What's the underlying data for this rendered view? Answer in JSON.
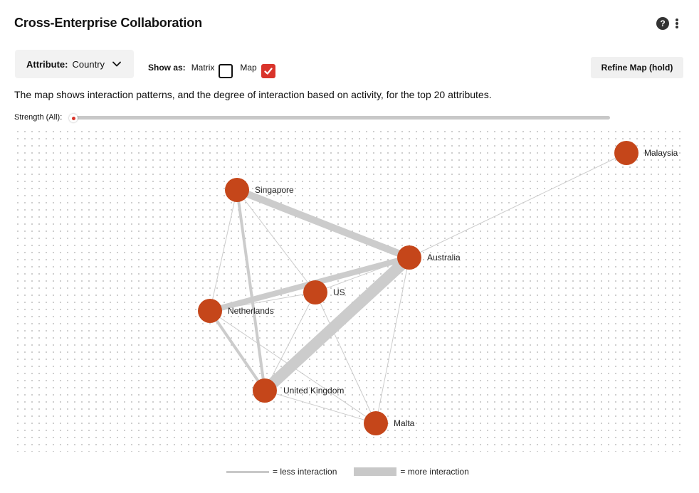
{
  "header": {
    "title": "Cross-Enterprise Collaboration",
    "help_glyph": "?"
  },
  "controls": {
    "attribute_label": "Attribute:",
    "attribute_value": "Country",
    "show_as_label": "Show as:",
    "option_matrix": "Matrix",
    "option_map": "Map",
    "matrix_checked": false,
    "map_checked": true,
    "refine_button": "Refine Map (hold)"
  },
  "description": "The map shows interaction patterns, and the degree of interaction based on activity, for the top 20 attributes.",
  "strength": {
    "label": "Strength (All):",
    "value": 0
  },
  "network": {
    "nodes": [
      "Malaysia",
      "Singapore",
      "Australia",
      "US",
      "Netherlands",
      "United Kingdom",
      "Malta"
    ],
    "edges": [
      {
        "source": "Singapore",
        "target": "Australia",
        "strength": 5
      },
      {
        "source": "Singapore",
        "target": "US",
        "strength": 1
      },
      {
        "source": "Singapore",
        "target": "Netherlands",
        "strength": 1
      },
      {
        "source": "Singapore",
        "target": "United Kingdom",
        "strength": 2
      },
      {
        "source": "Australia",
        "target": "Malaysia",
        "strength": 1
      },
      {
        "source": "Australia",
        "target": "Netherlands",
        "strength": 4
      },
      {
        "source": "Australia",
        "target": "United Kingdom",
        "strength": 8
      },
      {
        "source": "Australia",
        "target": "Malta",
        "strength": 1
      },
      {
        "source": "Australia",
        "target": "US",
        "strength": 1
      },
      {
        "source": "US",
        "target": "United Kingdom",
        "strength": 1
      },
      {
        "source": "US",
        "target": "Malta",
        "strength": 1
      },
      {
        "source": "US",
        "target": "Netherlands",
        "strength": 1
      },
      {
        "source": "Netherlands",
        "target": "United Kingdom",
        "strength": 2
      },
      {
        "source": "Netherlands",
        "target": "Malta",
        "strength": 1
      },
      {
        "source": "United Kingdom",
        "target": "Malta",
        "strength": 1
      }
    ],
    "node_color": "#c5461a",
    "edge_color": "#cccccc"
  },
  "legend": {
    "less": "= less interaction",
    "more": "= more interaction"
  },
  "colors": {
    "accent": "#d9342b",
    "node": "#c5461a",
    "control_bg": "#f2f2f2"
  }
}
